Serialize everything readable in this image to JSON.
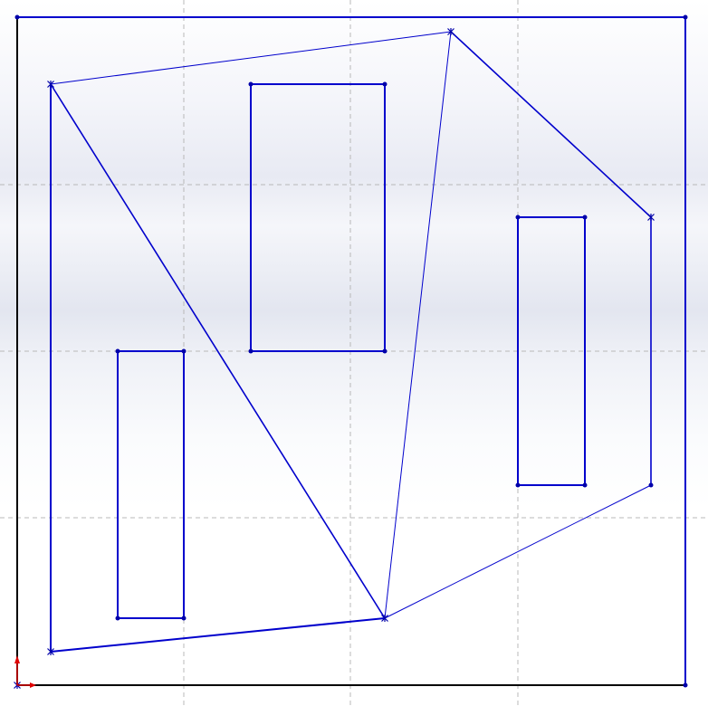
{
  "colors": {
    "sketch": "#0000cc",
    "vertex": "#0000aa",
    "grid": "#b8b8b8",
    "axis": "#000000",
    "origin_y": "#e00000",
    "origin_x": "#e00000"
  },
  "grid": {
    "spacing_px": 184,
    "offset": [
      19,
      757
    ],
    "style": "dashed"
  },
  "icons": {
    "origin": "origin-triad-icon"
  }
}
